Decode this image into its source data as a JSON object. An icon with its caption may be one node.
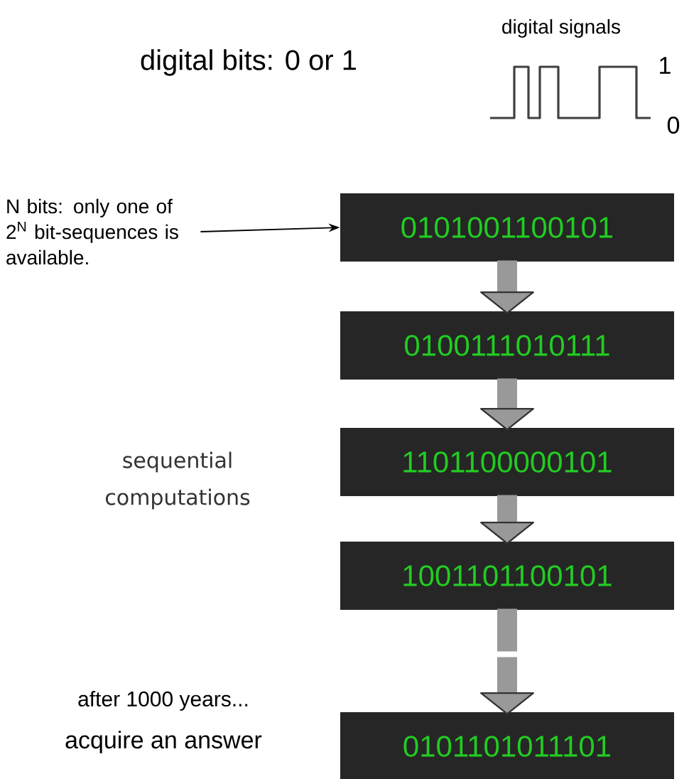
{
  "diagram": {
    "nodes": [
      {
        "text": [
          "N bits: only one of 2$^{N}$ bit-sequences is available."
        ]
      },
      {
        "text": [
          "0101001100101"
        ]
      },
      {
        "text": [
          "0100111010111"
        ]
      },
      {
        "text": [
          "1101100000101"
        ]
      },
      {
        "text": [
          "1001101100101"
        ]
      },
      {
        "text": [
          "0101101011101"
        ]
      }
    ],
    "edges": [
      {
        "from": 0,
        "to": 1,
        "arrow": "to",
        "color": "#000000"
      },
      {
        "from": 1,
        "to": 2,
        "arrow": "to"
      },
      {
        "from": 2,
        "to": 3,
        "arrow": "to"
      },
      {
        "from": 3,
        "to": 4,
        "arrow": "to"
      },
      {
        "from": 4,
        "to": 5,
        "arrow": "to",
        "style": "dashed"
      }
    ],
    "labels": [
      "digital bits:  0 or 1",
      "digital signals",
      "1",
      "0",
      "sequential computations",
      "after 1000 years...",
      "acquire an answer"
    ]
  }
}
